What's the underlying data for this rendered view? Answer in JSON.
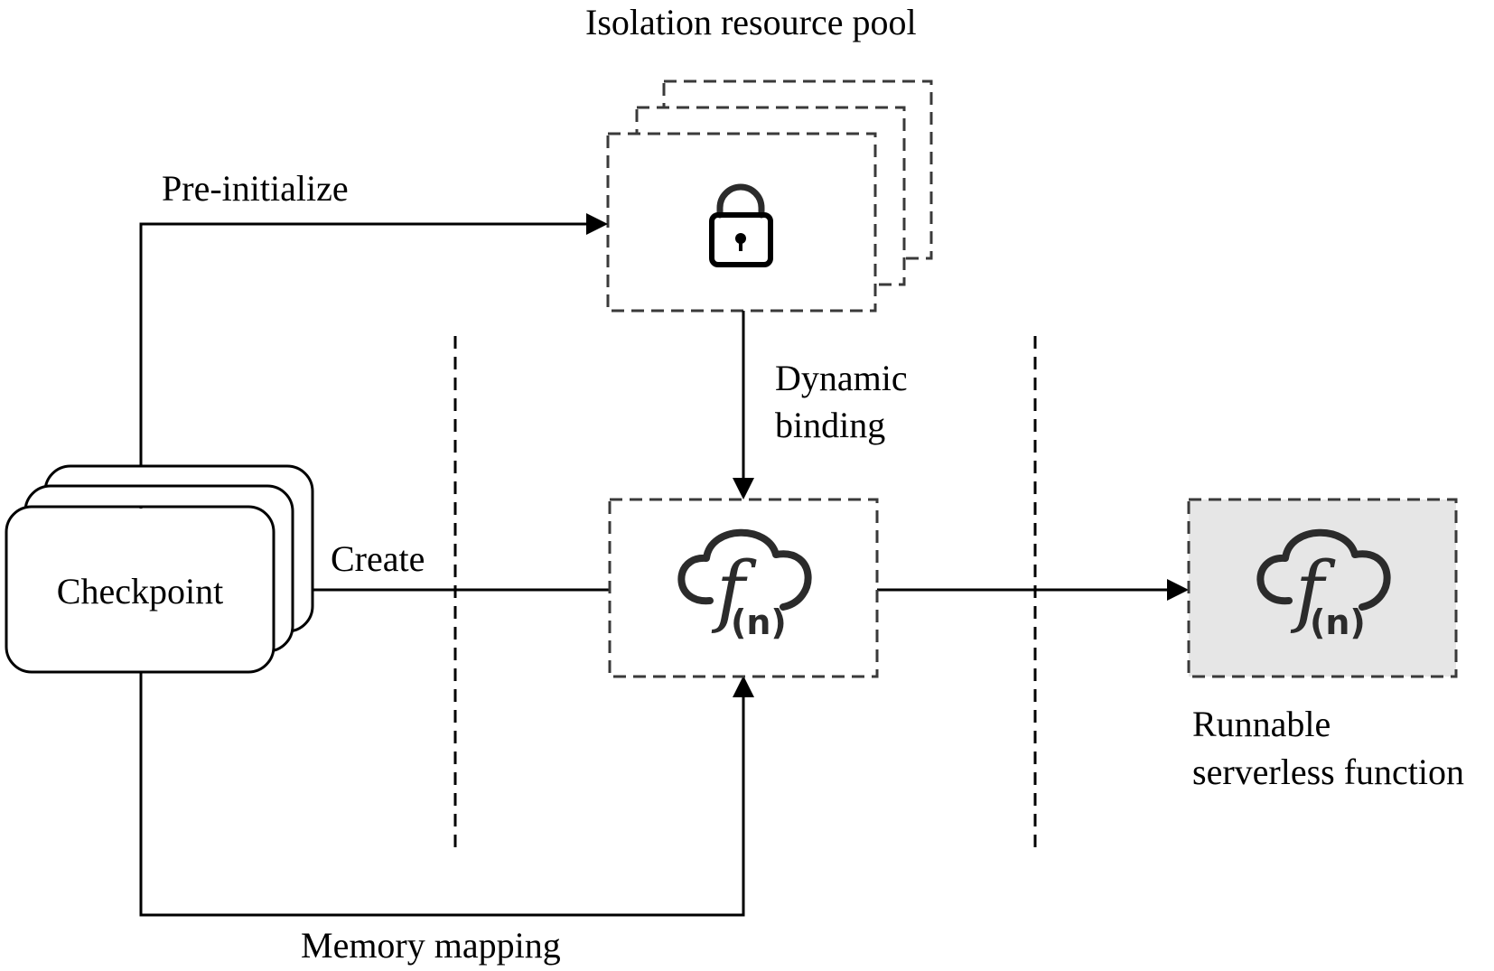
{
  "labels": {
    "pool_title": "Isolation resource pool",
    "pre_initialize": "Pre-initialize",
    "dynamic_binding_line1": "Dynamic",
    "dynamic_binding_line2": "binding",
    "create": "Create",
    "checkpoint": "Checkpoint",
    "memory_mapping": "Memory mapping",
    "runnable_line1": "Runnable",
    "runnable_line2": "serverless function"
  },
  "icons": {
    "pool": "lock-icon",
    "function": "cloud-function-icon",
    "function_glyph": "f",
    "function_arg": "(n)"
  },
  "colors": {
    "line": "#000000",
    "dashed_border": "#3a3a3a",
    "runnable_fill": "#e6e6e6",
    "icon": "#2b2b2b"
  }
}
